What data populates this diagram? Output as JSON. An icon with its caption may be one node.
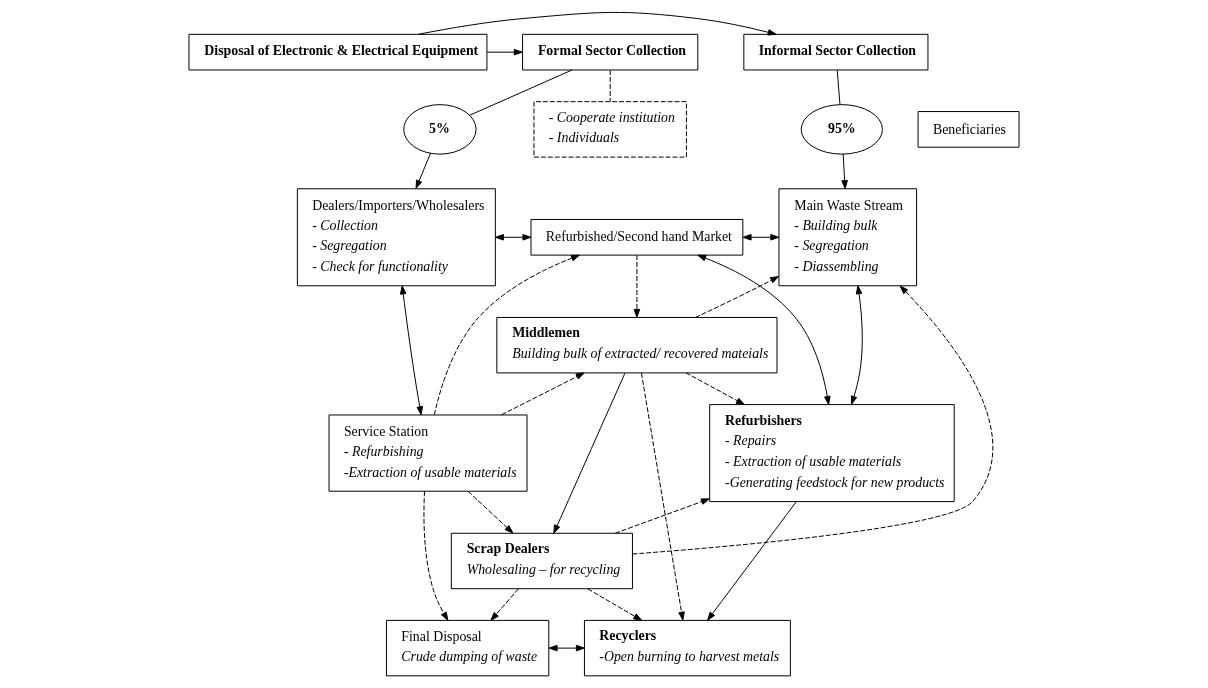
{
  "diagram": {
    "nodes": [
      {
        "text": [
          "Disposal of Electronic & Electrical Equipment"
        ]
      },
      {
        "text": [
          "Formal Sector Collection"
        ]
      },
      {
        "text": [
          "Informal Sector Collection"
        ]
      },
      {
        "text": [
          "- Cooperate institution",
          "- Individuals"
        ]
      },
      {
        "text": [
          "5%"
        ]
      },
      {
        "text": [
          "Beneficiaries"
        ]
      },
      {
        "text": [
          "95%"
        ]
      },
      {
        "text": [
          "Dealers/Importers/Wholesalers",
          "- Collection",
          "- Segregation",
          "- Check for functionality"
        ]
      },
      {
        "text": [
          "Refurbished/Second hand Market"
        ]
      },
      {
        "text": [
          "Main Waste Stream",
          "- Building bulk",
          "- Segregation",
          "- Diassembling"
        ]
      },
      {
        "text": [
          "Middlemen",
          "Building bulk of extracted/ recovered mateials"
        ]
      },
      {
        "text": [
          "Service Station",
          "- Refurbishing",
          "-Extraction of usable materials"
        ]
      },
      {
        "text": [
          "Refurbishers",
          "- Repairs",
          "- Extraction of usable materials",
          "-Generating feedstock for new products"
        ]
      },
      {
        "text": [
          "Scrap Dealers",
          "Wholesaling – for recycling"
        ]
      },
      {
        "text": [
          "Final Disposal",
          "Crude dumping of waste"
        ]
      },
      {
        "text": [
          "Recyclers",
          "-Open burning to harvest metals"
        ]
      }
    ],
    "edges": [
      {
        "from": 0,
        "to": 1,
        "arrow": "to"
      },
      {
        "from": 0,
        "to": 2,
        "arrow": "to"
      },
      {
        "from": 1,
        "to": 3,
        "arrow": "none",
        "style": "dashed"
      },
      {
        "from": 1,
        "to": 4,
        "arrow": "none"
      },
      {
        "from": 2,
        "to": 6,
        "arrow": "none"
      },
      {
        "from": 4,
        "to": 7,
        "arrow": "to"
      },
      {
        "from": 6,
        "to": 9,
        "arrow": "to"
      },
      {
        "from": 7,
        "to": 8,
        "arrow": "both"
      },
      {
        "from": 8,
        "to": 9,
        "arrow": "both"
      },
      {
        "from": 7,
        "to": 11,
        "arrow": "both"
      },
      {
        "from": 8,
        "to": 10,
        "arrow": "to",
        "style": "dashed"
      },
      {
        "from": 8,
        "to": 12,
        "arrow": "both"
      },
      {
        "from": 9,
        "to": 12,
        "arrow": "both"
      },
      {
        "from": 10,
        "to": 13,
        "arrow": "to"
      },
      {
        "from": 11,
        "to": 8,
        "arrow": "to",
        "style": "dashed"
      },
      {
        "from": 11,
        "to": 10,
        "arrow": "to",
        "style": "dashed"
      },
      {
        "from": 11,
        "to": 13,
        "arrow": "to",
        "style": "dashed"
      },
      {
        "from": 11,
        "to": 14,
        "arrow": "to",
        "style": "dashed"
      },
      {
        "from": 10,
        "to": 9,
        "arrow": "to",
        "style": "dashed"
      },
      {
        "from": 10,
        "to": 12,
        "arrow": "to",
        "style": "dashed"
      },
      {
        "from": 10,
        "to": 15,
        "arrow": "to",
        "style": "dashed"
      },
      {
        "from": 13,
        "to": 9,
        "arrow": "to",
        "style": "dashed"
      },
      {
        "from": 13,
        "to": 12,
        "arrow": "to",
        "style": "dashed"
      },
      {
        "from": 13,
        "to": 15,
        "arrow": "to",
        "style": "dashed"
      },
      {
        "from": 13,
        "to": 14,
        "arrow": "to",
        "style": "dashed"
      },
      {
        "from": 12,
        "to": 15,
        "arrow": "to"
      },
      {
        "from": 14,
        "to": 15,
        "arrow": "both"
      }
    ]
  }
}
